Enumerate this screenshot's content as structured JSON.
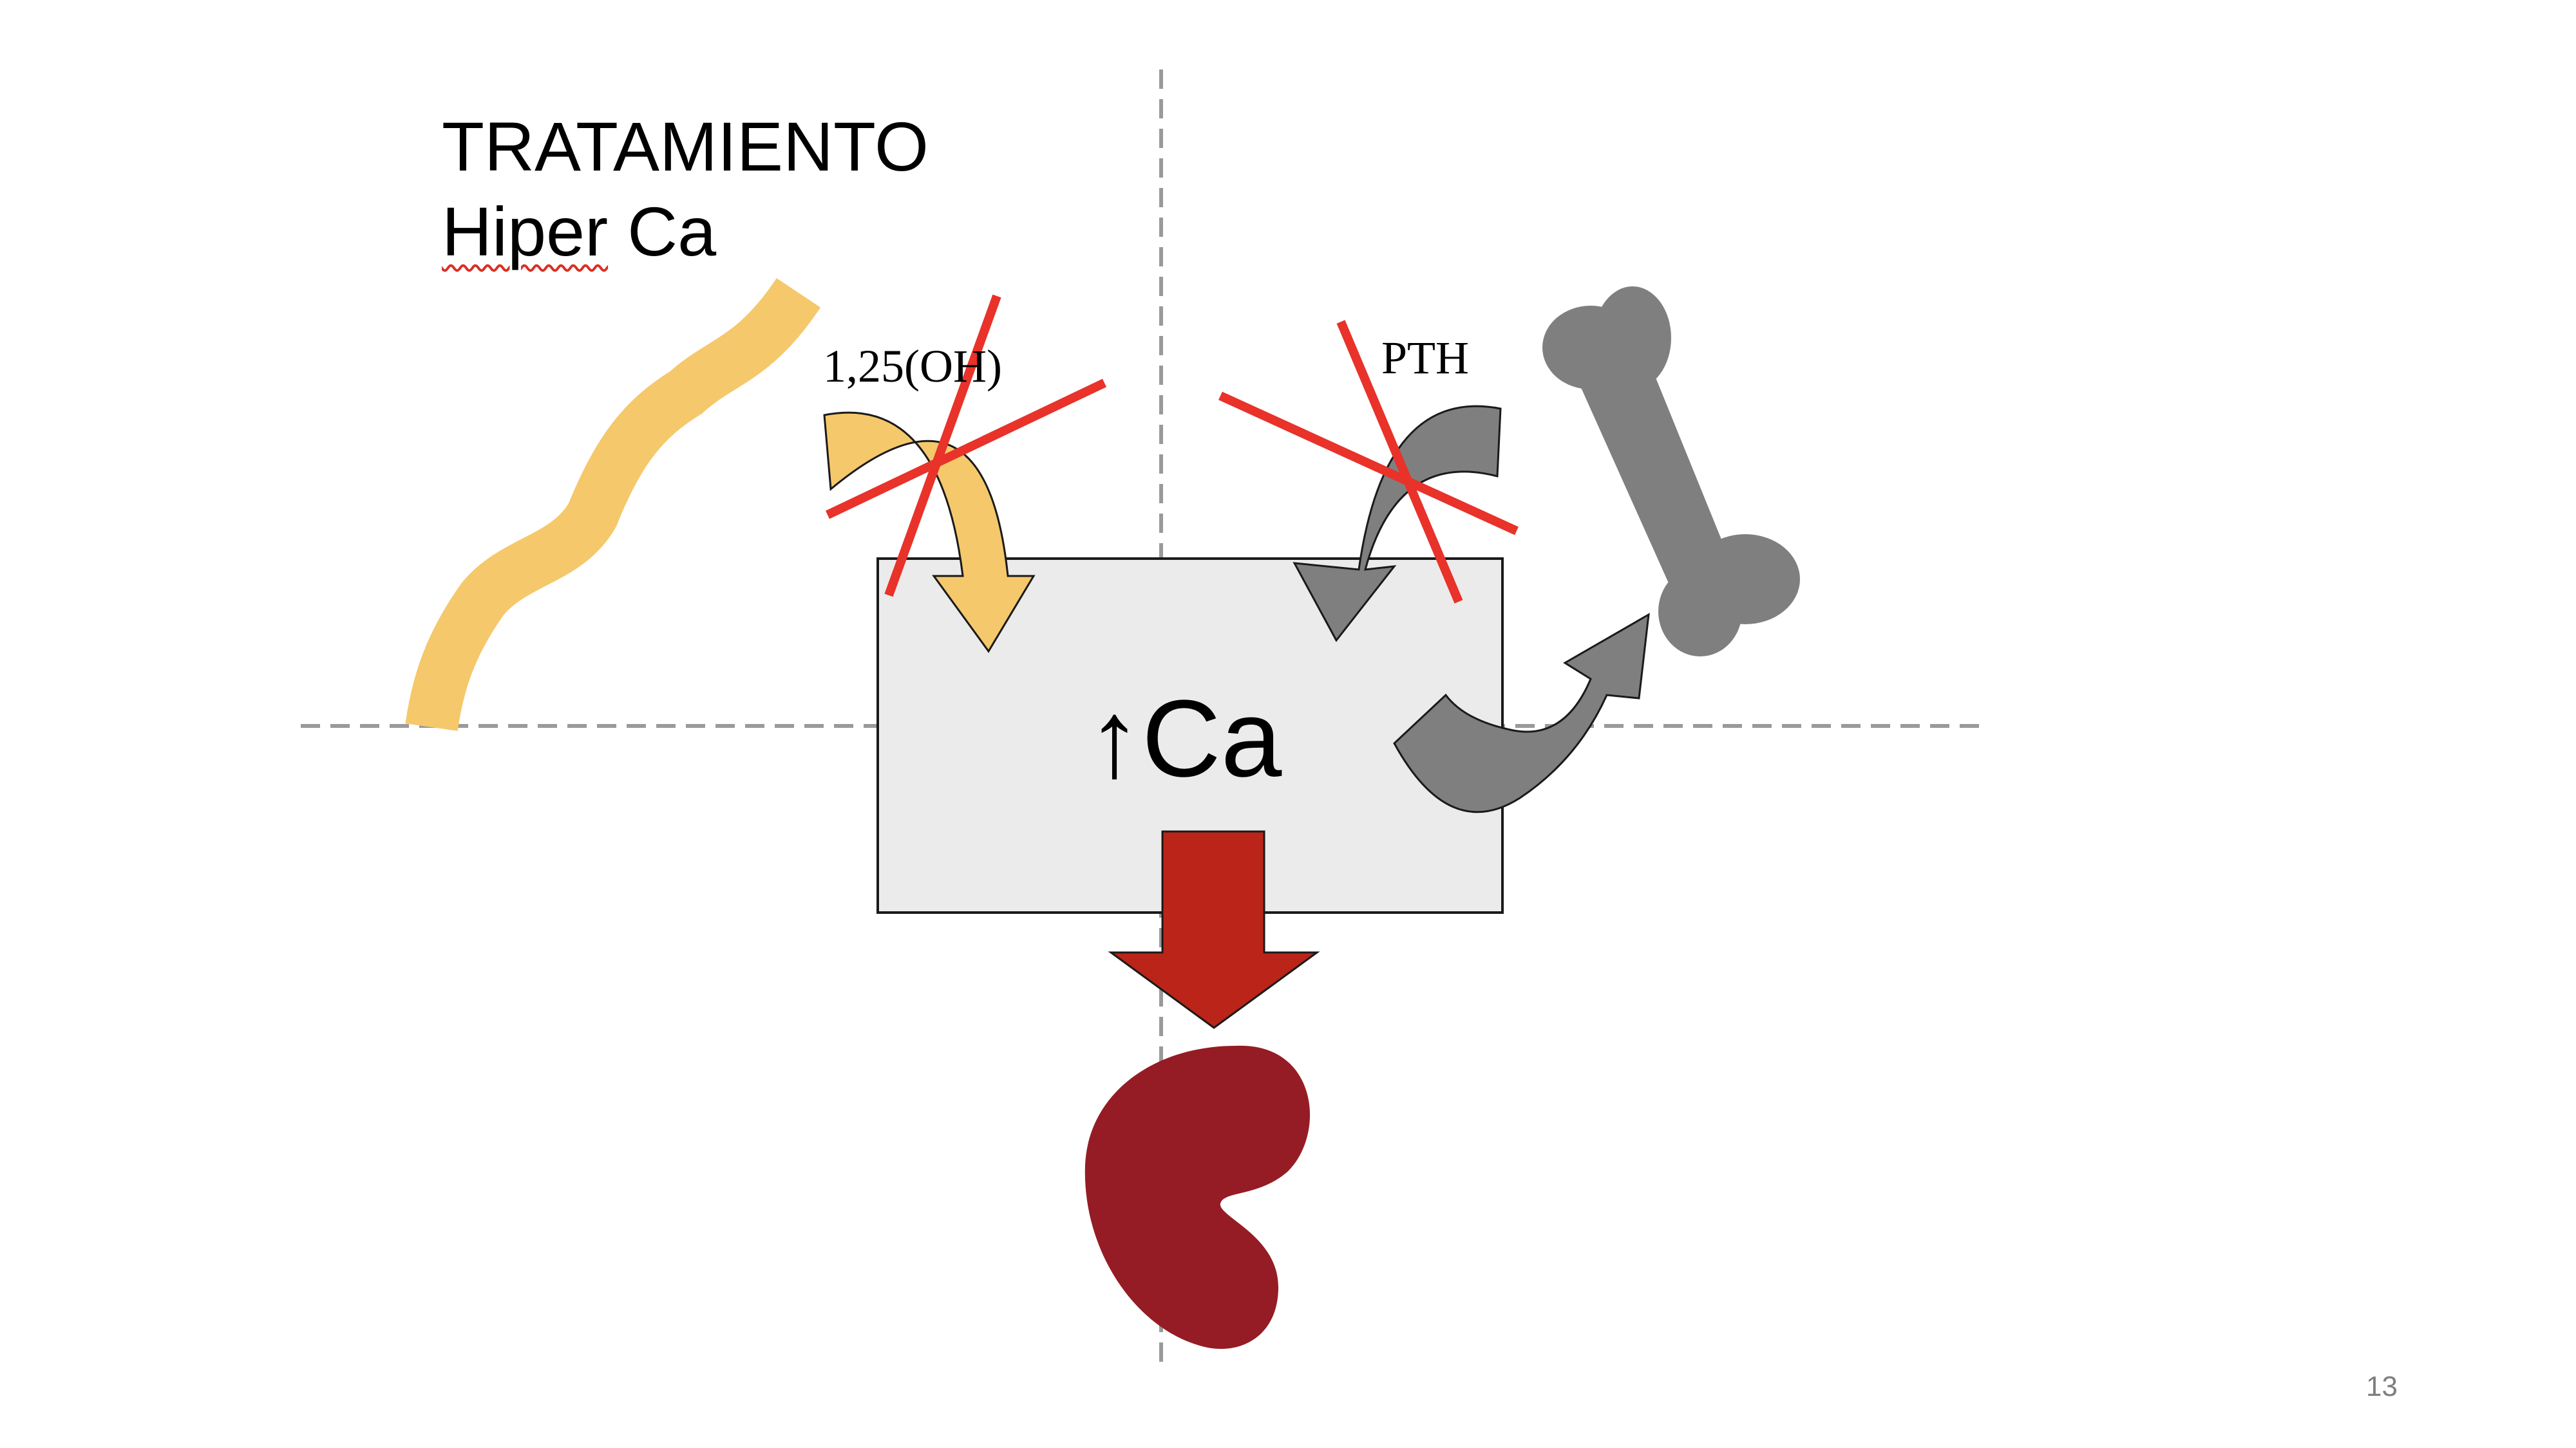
{
  "slide": {
    "title_line1": "TRATAMIENTO",
    "title_line2_word1": "Hiper",
    "title_line2_word2": "Ca",
    "vitd_label": "1,25(OH)",
    "pth_label": "PTH",
    "calcium_label": "↑Ca",
    "page_number": "13"
  },
  "colors": {
    "intestine": "#f5c86b",
    "gray": "#7f7f7f",
    "kidney": "#951c24",
    "arrow_red": "#bb2418",
    "cross": "#e8322a",
    "box_fill": "#ebebeb"
  },
  "icons": [
    "intestine-icon",
    "bone-icon",
    "kidney-icon"
  ]
}
